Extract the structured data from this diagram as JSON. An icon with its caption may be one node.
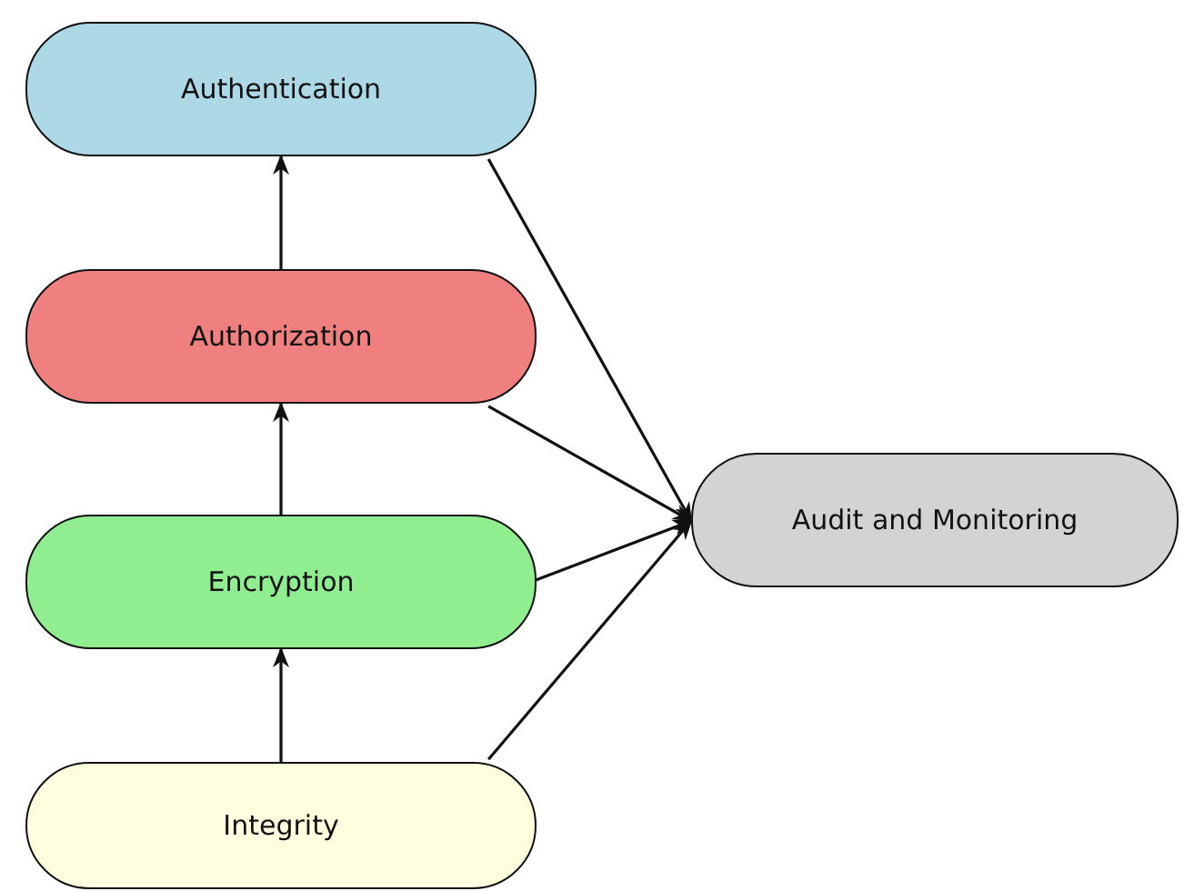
{
  "diagram": {
    "nodes": [
      {
        "text": [
          "Authentication"
        ]
      },
      {
        "text": [
          "Authorization"
        ]
      },
      {
        "text": [
          "Encryption"
        ]
      },
      {
        "text": [
          "Integrity"
        ]
      },
      {
        "text": [
          "Audit and Monitoring"
        ]
      }
    ],
    "edges": [
      {
        "from": 3,
        "to": 2,
        "arrow": "to"
      },
      {
        "from": 2,
        "to": 1,
        "arrow": "to"
      },
      {
        "from": 1,
        "to": 0,
        "arrow": "to"
      },
      {
        "from": 0,
        "to": 4,
        "arrow": "to"
      },
      {
        "from": 1,
        "to": 4,
        "arrow": "to"
      },
      {
        "from": 2,
        "to": 4,
        "arrow": "to"
      },
      {
        "from": 3,
        "to": 4,
        "arrow": "to"
      }
    ]
  }
}
